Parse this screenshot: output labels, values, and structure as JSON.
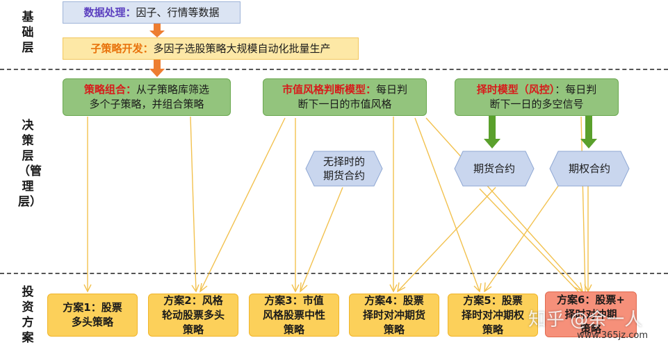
{
  "layers": {
    "base": "基础层",
    "decision": "决策层（管理层）",
    "invest": "投资方案"
  },
  "top": {
    "data_proc": {
      "title": "数据处理：",
      "text": "因子、行情等数据"
    },
    "sub_strategy": {
      "title": "子策略开发：",
      "text": "多因子选股策略大规模自动化批量生产"
    }
  },
  "decision": {
    "combo": {
      "title": "策略组合：",
      "text1": "从子策略库筛选",
      "text2": "多个子策略，并组合策略"
    },
    "style": {
      "title": "市值风格判断模型：",
      "text1": "每日判",
      "text2": "断下一日的市值风格"
    },
    "timing": {
      "title": "择时模型（风控）",
      "text1": "：每日判",
      "text2": "断下一日的多空信号"
    },
    "no_timing": {
      "line1": "无择时的",
      "line2": "期货合约"
    },
    "futures": "期货合约",
    "options": "期权合约"
  },
  "plans": [
    {
      "line1": "方案1：股票",
      "line2": "多头策略"
    },
    {
      "line1": "方案2：风格",
      "line2": "轮动股票多头",
      "line3": "策略"
    },
    {
      "line1": "方案3：市值",
      "line2": "风格股票中性",
      "line3": "策略"
    },
    {
      "line1": "方案4：股票",
      "line2": "择时对冲期货",
      "line3": "策略"
    },
    {
      "line1": "方案5：股票",
      "line2": "择时对冲期权",
      "line3": "策略"
    },
    {
      "line1": "方案6：股票+",
      "line2": "择时对冲期",
      "line3": "策略"
    }
  ],
  "watermark": "知乎 @余一人",
  "site": "www.365jz.com",
  "colors": {
    "green": "#93c47d",
    "yellow": "#fcd05a",
    "red": "#f6907a",
    "blue": "#dbe4f3",
    "arrow_orange": "#ed7d31",
    "arrow_green": "#5aa02c"
  }
}
